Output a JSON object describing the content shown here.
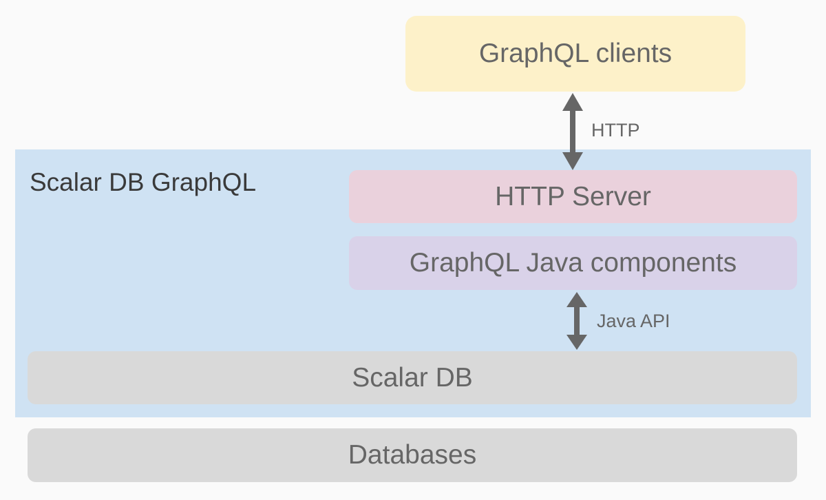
{
  "nodes": {
    "clients": "GraphQL clients",
    "container": "Scalar DB GraphQL",
    "http_server": "HTTP Server",
    "java_components": "GraphQL Java components",
    "scalar_db": "Scalar DB",
    "databases": "Databases"
  },
  "edges": {
    "clients_to_server": "HTTP",
    "components_to_db": "Java API"
  },
  "colors": {
    "clients": "#fdf1c9",
    "container": "#cfe2f3",
    "http_server": "#ead1dc",
    "java_components": "#d9d2e9",
    "scalar_db": "#d9d9d9",
    "databases": "#d9d9d9",
    "arrow": "#666666"
  }
}
